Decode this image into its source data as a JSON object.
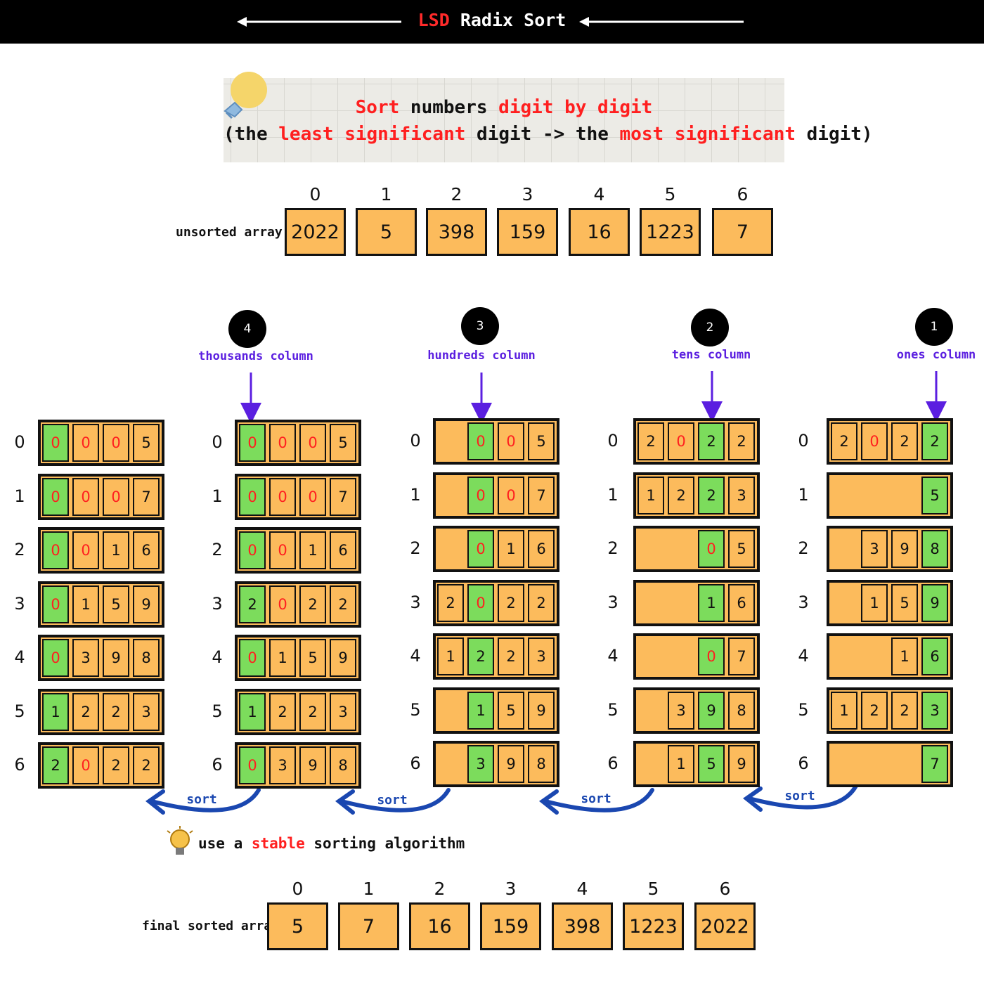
{
  "header": {
    "title_highlight": "LSD",
    "title_rest": " Radix Sort"
  },
  "note": {
    "line1": [
      {
        "text": "Sort",
        "red": true
      },
      {
        "text": " numbers ",
        "red": false
      },
      {
        "text": "digit by digit",
        "red": true
      }
    ],
    "line2": [
      {
        "text": "(the ",
        "red": false
      },
      {
        "text": "least significant",
        "red": true
      },
      {
        "text": " digit -> the ",
        "red": false
      },
      {
        "text": "most significant",
        "red": true
      },
      {
        "text": " digit)",
        "red": false
      }
    ]
  },
  "unsorted": {
    "label": "unsorted array",
    "indices": [
      "0",
      "1",
      "2",
      "3",
      "4",
      "5",
      "6"
    ],
    "values": [
      "2022",
      "5",
      "398",
      "159",
      "16",
      "1223",
      "7"
    ]
  },
  "final": {
    "label": "final sorted array",
    "indices": [
      "0",
      "1",
      "2",
      "3",
      "4",
      "5",
      "6"
    ],
    "values": [
      "5",
      "7",
      "16",
      "159",
      "398",
      "1223",
      "2022"
    ]
  },
  "row_indices": [
    "0",
    "1",
    "2",
    "3",
    "4",
    "5",
    "6"
  ],
  "steps": [
    {
      "badge": "1",
      "label": "ones column"
    },
    {
      "badge": "2",
      "label": "tens column"
    },
    {
      "badge": "3",
      "label": "hundreds column"
    },
    {
      "badge": "4",
      "label": "thousands column"
    }
  ],
  "sort_label": "sort",
  "tip": [
    {
      "text": "use a ",
      "red": false
    },
    {
      "text": "stable",
      "red": true
    },
    {
      "text": " sorting algorithm",
      "red": false
    }
  ],
  "passes": [
    {
      "name": "ones",
      "highlight": 3,
      "rows": [
        [
          "2",
          "0",
          "2",
          "2"
        ],
        [
          "",
          "",
          "",
          "5"
        ],
        [
          "",
          "3",
          "9",
          "8"
        ],
        [
          "",
          "1",
          "5",
          "9"
        ],
        [
          "",
          "",
          "1",
          "6"
        ],
        [
          "1",
          "2",
          "2",
          "3"
        ],
        [
          "",
          "",
          "",
          "7"
        ]
      ]
    },
    {
      "name": "tens",
      "highlight": 2,
      "rows": [
        [
          "2",
          "0",
          "2",
          "2"
        ],
        [
          "1",
          "2",
          "2",
          "3"
        ],
        [
          "",
          "",
          "0",
          "5"
        ],
        [
          "",
          "",
          "1",
          "6"
        ],
        [
          "",
          "",
          "0",
          "7"
        ],
        [
          "",
          "3",
          "9",
          "8"
        ],
        [
          "",
          "1",
          "5",
          "9"
        ]
      ]
    },
    {
      "name": "hundreds",
      "highlight": 1,
      "rows": [
        [
          "",
          "0",
          "0",
          "5"
        ],
        [
          "",
          "0",
          "0",
          "7"
        ],
        [
          "",
          "0",
          "1",
          "6"
        ],
        [
          "2",
          "0",
          "2",
          "2"
        ],
        [
          "1",
          "2",
          "2",
          "3"
        ],
        [
          "",
          "1",
          "5",
          "9"
        ],
        [
          "",
          "3",
          "9",
          "8"
        ]
      ]
    },
    {
      "name": "thousands",
      "highlight": 0,
      "rows": [
        [
          "0",
          "0",
          "0",
          "5"
        ],
        [
          "0",
          "0",
          "0",
          "7"
        ],
        [
          "0",
          "0",
          "1",
          "6"
        ],
        [
          "2",
          "0",
          "2",
          "2"
        ],
        [
          "0",
          "1",
          "5",
          "9"
        ],
        [
          "1",
          "2",
          "2",
          "3"
        ],
        [
          "0",
          "3",
          "9",
          "8"
        ]
      ]
    },
    {
      "name": "result",
      "highlight": 0,
      "rows": [
        [
          "0",
          "0",
          "0",
          "5"
        ],
        [
          "0",
          "0",
          "0",
          "7"
        ],
        [
          "0",
          "0",
          "1",
          "6"
        ],
        [
          "0",
          "1",
          "5",
          "9"
        ],
        [
          "0",
          "3",
          "9",
          "8"
        ],
        [
          "1",
          "2",
          "2",
          "3"
        ],
        [
          "2",
          "0",
          "2",
          "2"
        ]
      ]
    }
  ]
}
